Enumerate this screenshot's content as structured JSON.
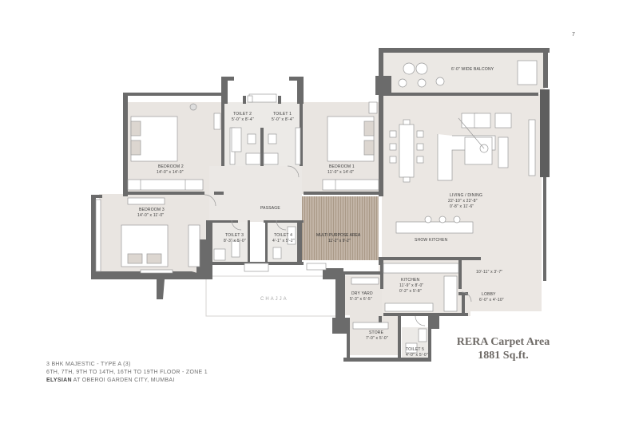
{
  "page_number": "7",
  "rooms": {
    "balcony": "6'-0\" WIDE BALCONY",
    "toilet2_name": "TOILET 2",
    "toilet2_size": "5'-0\" x 8'-4\"",
    "toilet1_name": "TOILET 1",
    "toilet1_size": "5'-0\" x 8'-4\"",
    "bedroom2_name": "BEDROOM 2",
    "bedroom2_size": "14'-0\" x 14'-0\"",
    "bedroom1_name": "BEDROOM 1",
    "bedroom1_size": "11'-0\" x 14'-0\"",
    "living_name": "LIVING / DINING",
    "living_size1": "22'-10\" x 22'-8\"",
    "living_size2": "0'-8\" x 11'-6\"",
    "bedroom3_name": "BEDROOM 3",
    "bedroom3_size": "14'-0\" x 11'-0\"",
    "passage": "PASSAGE",
    "toilet3_name": "TOILET 3",
    "toilet3_size": "8'-3\" x 5'-0\"",
    "toilet4_name": "TOILET 4",
    "toilet4_size": "4'-1\" x 5'-2\"",
    "multipurpose_name": "MULTI PURPOSE AREA",
    "multipurpose_size": "11'-2\" x 9'-2\"",
    "show_kitchen": "SHOW KITCHEN",
    "lobby_area": "10'-11\" x 3'-7\"",
    "kitchen_name": "KITCHEN",
    "kitchen_size1": "11'-9\" x 8'-0\"",
    "kitchen_size2": "0'-2\" x 5'-8\"",
    "dryyard_name": "DRY YARD",
    "dryyard_size": "5'-3\" x 6'-5\"",
    "lobby_name": "LOBBY",
    "lobby_size": "6'-0\" x 4'-10\"",
    "store_name": "STORE",
    "store_size": "7'-0\" x 5'-0\"",
    "toilet5_name": "TOILET 5",
    "toilet5_size": "4'-0\" x 5'-0\"",
    "chajja": "CHAJJA"
  },
  "rera": {
    "line1": "RERA Carpet Area",
    "line2": "1881 Sq.ft."
  },
  "info": {
    "line1": "3 BHK MAJESTIC - TYPE A (3)",
    "line2": "6TH, 7TH, 9TH TO 14TH, 16TH TO 19TH FLOOR - ZONE 1",
    "line3_brand": "ELYSIAN",
    "line3_rest": " AT OBEROI GARDEN CITY, MUMBAI"
  },
  "colors": {
    "floor": "#e9e5e1",
    "wall": "#6b6b6b",
    "multipurpose": "#b9aa9c",
    "text": "#3b3b3b"
  }
}
